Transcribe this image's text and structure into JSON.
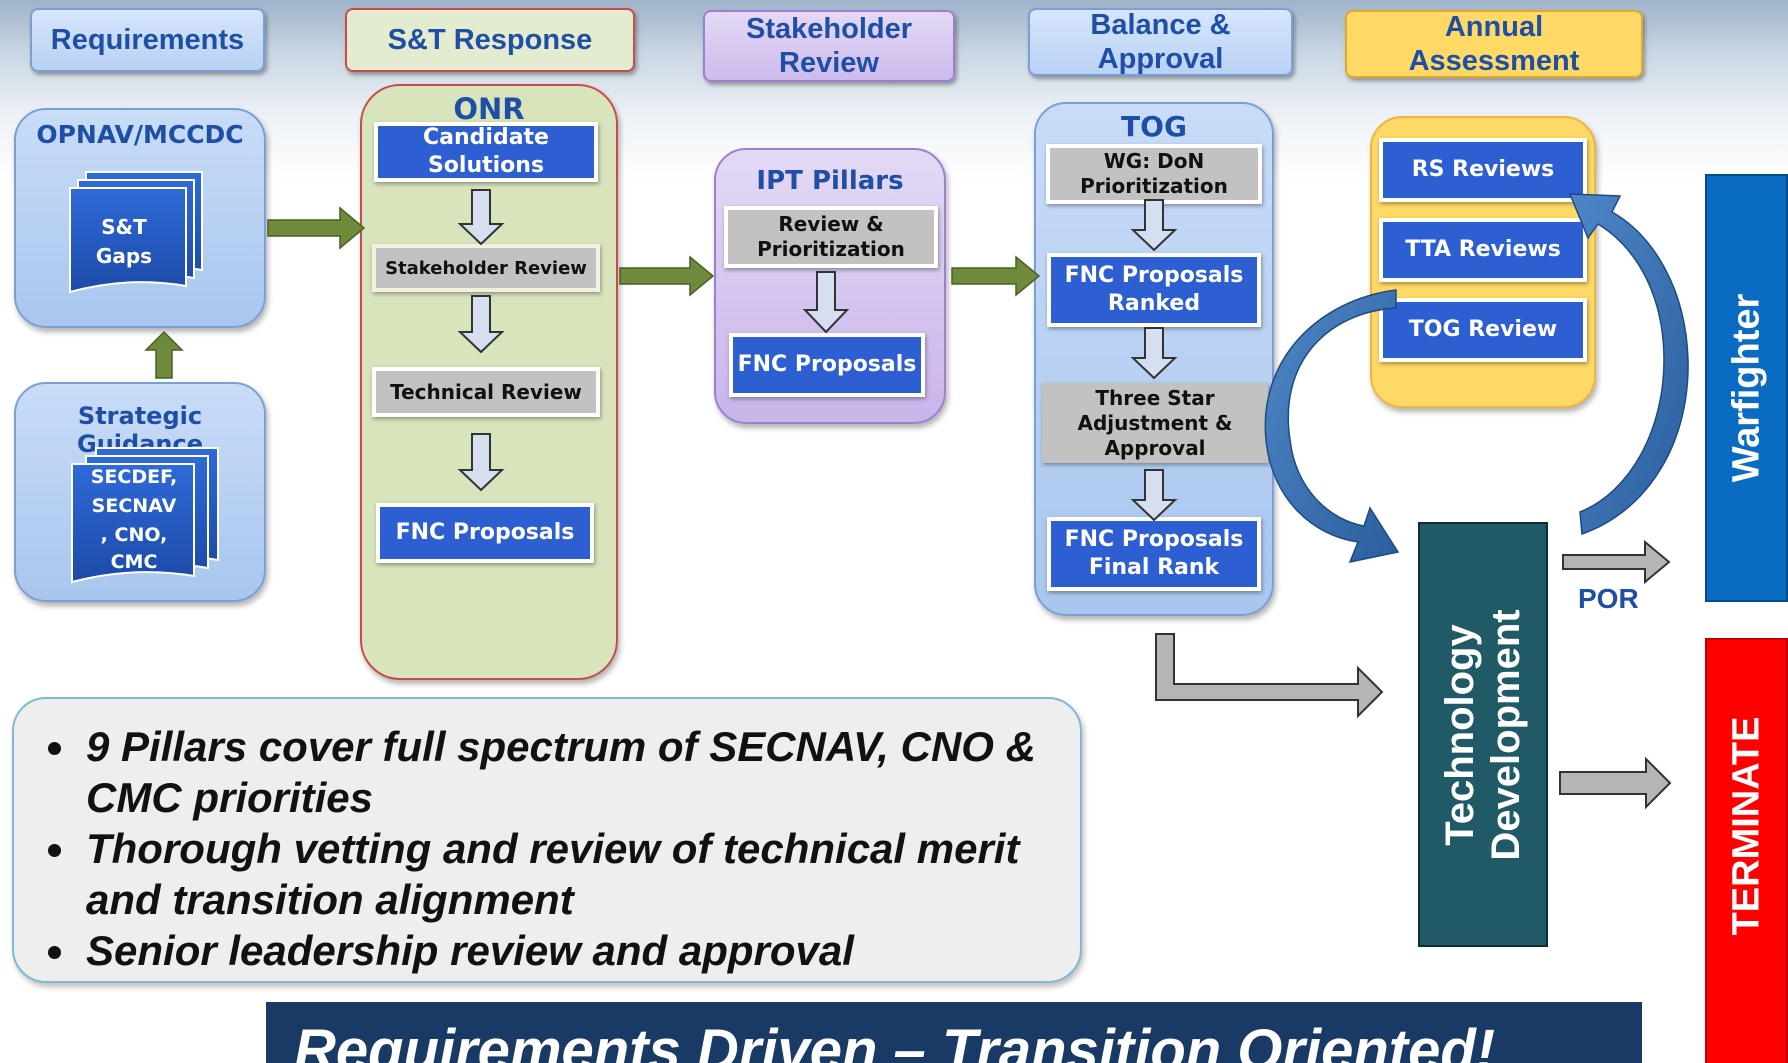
{
  "headers": {
    "requirements": "Requirements",
    "st_response": "S&T Response",
    "stakeholder_review": [
      "Stakeholder",
      "Review"
    ],
    "balance_approval": [
      "Balance &",
      "Approval"
    ],
    "annual_assessment": [
      "Annual",
      "Assessment"
    ]
  },
  "opnav": {
    "title": "OPNAV/MCCDC",
    "doc": [
      "S&T",
      "Gaps"
    ]
  },
  "strategic": {
    "title": "Strategic Guidance",
    "doc": [
      "SECDEF,",
      "SECNAV",
      ", CNO,",
      "CMC"
    ]
  },
  "onr": {
    "title": "ONR",
    "candidate": "Candidate Solutions",
    "stakeholder_review": "Stakeholder Review",
    "technical_review": "Technical Review",
    "fnc_proposals": "FNC Proposals"
  },
  "ipt": {
    "title": "IPT Pillars",
    "review": [
      "Review &",
      "Prioritization"
    ],
    "fnc_proposals": "FNC Proposals"
  },
  "tog": {
    "title": "TOG",
    "wg": [
      "WG: DoN",
      "Prioritization"
    ],
    "ranked": [
      "FNC Proposals",
      "Ranked"
    ],
    "three_star": [
      "Three Star",
      "Adjustment &",
      "Approval"
    ],
    "final_rank": [
      "FNC Proposals",
      "Final Rank"
    ]
  },
  "annual": {
    "rs": "RS Reviews",
    "tta": "TTA Reviews",
    "tog_review": "TOG Review"
  },
  "tech_dev": [
    "Technology",
    "Development"
  ],
  "por": "POR",
  "warfighter": "Warfighter",
  "terminate": "TERMINATE",
  "bullets": [
    [
      "9 Pillars cover full spectrum of SECNAV, CNO &",
      "CMC priorities"
    ],
    [
      "Thorough vetting and review of technical merit",
      "and transition alignment"
    ],
    [
      "Senior leadership review and approval"
    ]
  ],
  "banner": "Requirements Driven – Transition Oriented!",
  "colors": {
    "header_text": "#1f4fa5",
    "blue_box": "#2d5fd2",
    "tech_dev": "#1f5a66",
    "warfighter": "#0a6bc2",
    "terminate": "#ff0000",
    "banner": "#1a3a66",
    "green_arrow": "#6e8a3a",
    "onr_fill": "#d8e4bc",
    "annual_fill": "#ffd966"
  }
}
